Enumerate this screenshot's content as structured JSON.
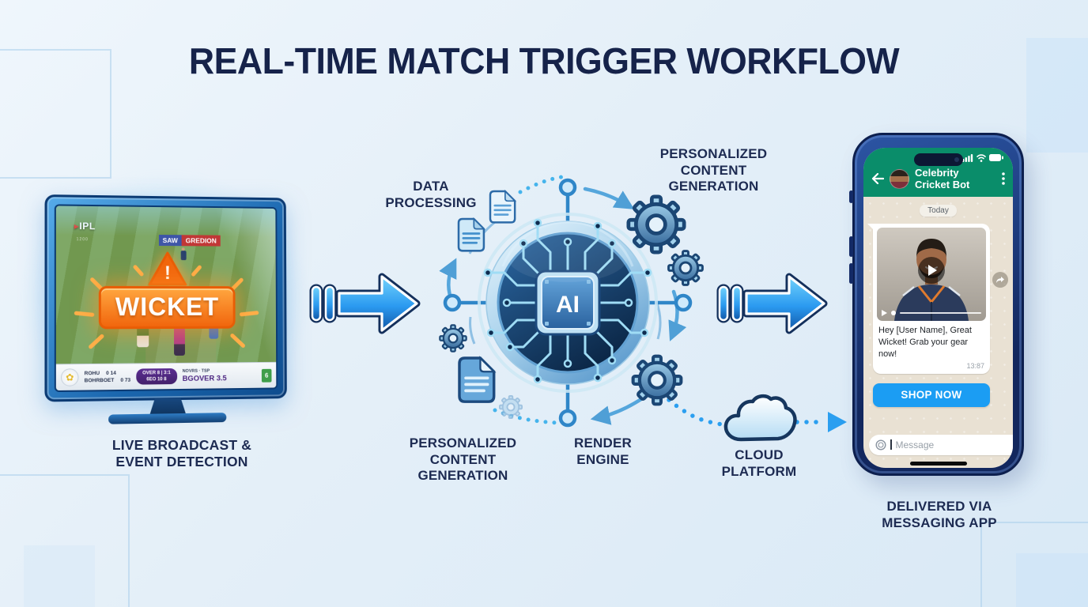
{
  "title": "REAL-TIME MATCH TRIGGER WORKFLOW",
  "colors": {
    "accent_blue": "#2196f3",
    "navy_text": "#1d2b52",
    "alert_orange": "#f1660d",
    "whatsapp_green": "#0a8d6a",
    "mic_green": "#0b9e6e",
    "cta_blue": "#1b9df3"
  },
  "broadcast": {
    "caption": "LIVE BROADCAST &\nEVENT DETECTION",
    "tv": {
      "channel_logo": "IPL",
      "channel_logo_sub": "1200",
      "stadium_banner_left": "SAW",
      "stadium_banner_right": "GREDION",
      "alert_symbol": "!",
      "alert_text": "WICKET",
      "scoreboard": {
        "team_row1_name": "ROHU",
        "team_row1_score": "0 14",
        "team_row2_name": "BOHRBOET",
        "team_row2_score": "0 73",
        "pill_top": "OVER 8 | 3:1",
        "pill_bottom": "6EO 10 8",
        "right_small": "NOVRS · TSP",
        "right_big": "BGOVER 3.5",
        "corner_badge": "6"
      }
    }
  },
  "ai_core": {
    "chip_label": "AI",
    "label_data_processing": "DATA\nPROCESSING",
    "label_content_gen_top": "PERSONALIZED\nCONTENT\nGENERATION",
    "label_content_gen_bottom": "PERSONALIZED\nCONTENT\nGENERATION",
    "label_render_engine": "RENDER\nENGINE"
  },
  "cloud": {
    "label": "CLOUD\nPLATFORM"
  },
  "delivery": {
    "caption": "DELIVERED VIA\nMESSAGING APP",
    "phone": {
      "contact_name": "Celebrity Cricket Bot",
      "date_separator": "Today",
      "message_text": "Hey [User Name], Great Wicket! Grab your gear now!",
      "message_time": "13:87",
      "cta_label": "SHOP NOW",
      "input_placeholder": "Message"
    }
  }
}
